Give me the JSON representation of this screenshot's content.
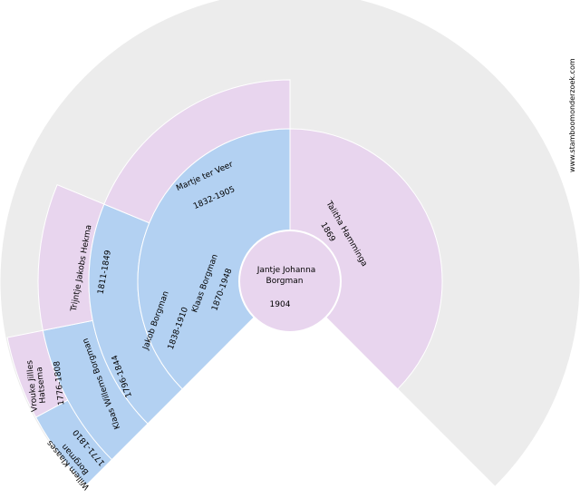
{
  "colors": {
    "background_wedge": "#ececec",
    "male": "#b3d1f2",
    "female": "#e8d5ee",
    "stroke": "#ffffff"
  },
  "watermark": "www.stamboomonderzoek.com",
  "root": {
    "name": "Jantje Johanna Borgman",
    "dates": "1904"
  },
  "ancestors": [
    {
      "id": "father",
      "name": "Klaas Borgman",
      "dates": "1870-1948"
    },
    {
      "id": "mother",
      "name": "Talitha Hamminga",
      "dates": "1869"
    },
    {
      "id": "paternal-grandfather",
      "name": "Jakob Borgman",
      "dates": "1838-1910"
    },
    {
      "id": "paternal-grandmother",
      "name": "Martje ter Veer",
      "dates": "1832-1905"
    },
    {
      "id": "gg-father",
      "name": "Klaas Willems Borgman",
      "dates": "1796-1844"
    },
    {
      "id": "gg-mother",
      "name": "Trijntje Jakobs Hekma",
      "dates": "1811-1849"
    },
    {
      "id": "ggg-father",
      "name": "Willem Klaases Borgman",
      "dates": "1771-1810"
    },
    {
      "id": "ggg-mother",
      "name": "Vrouke Jillles Hatsema",
      "dates": "1776-1808"
    }
  ]
}
